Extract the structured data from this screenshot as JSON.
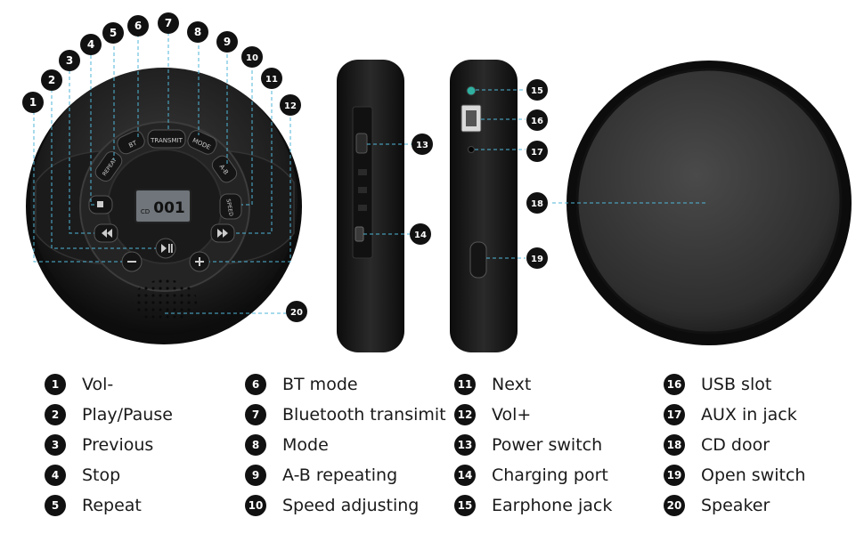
{
  "device": {
    "screen_text": "001",
    "screen_small": "CD",
    "buttons": {
      "transmit": "TRANSMIT",
      "bt": "BT",
      "mode": "MODE",
      "repeat": "REPEAT",
      "ab": "A-B",
      "speed": "SPEED"
    }
  },
  "callouts": [
    "1",
    "2",
    "3",
    "4",
    "5",
    "6",
    "7",
    "8",
    "9",
    "10",
    "11",
    "12",
    "13",
    "14",
    "15",
    "16",
    "17",
    "18",
    "19",
    "20"
  ],
  "legend": [
    {
      "num": "1",
      "label": "Vol-"
    },
    {
      "num": "2",
      "label": "Play/Pause"
    },
    {
      "num": "3",
      "label": "Previous"
    },
    {
      "num": "4",
      "label": "Stop"
    },
    {
      "num": "5",
      "label": "Repeat"
    },
    {
      "num": "6",
      "label": "BT mode"
    },
    {
      "num": "7",
      "label": "Bluetooth transimit"
    },
    {
      "num": "8",
      "label": "Mode"
    },
    {
      "num": "9",
      "label": "A-B repeating"
    },
    {
      "num": "10",
      "label": "Speed adjusting"
    },
    {
      "num": "11",
      "label": "Next"
    },
    {
      "num": "12",
      "label": "Vol+"
    },
    {
      "num": "13",
      "label": "Power switch"
    },
    {
      "num": "14",
      "label": "Charging port"
    },
    {
      "num": "15",
      "label": "Earphone jack"
    },
    {
      "num": "16",
      "label": "USB slot"
    },
    {
      "num": "17",
      "label": "AUX in jack"
    },
    {
      "num": "18",
      "label": "CD door"
    },
    {
      "num": "19",
      "label": "Open switch"
    },
    {
      "num": "20",
      "label": "Speaker"
    }
  ]
}
